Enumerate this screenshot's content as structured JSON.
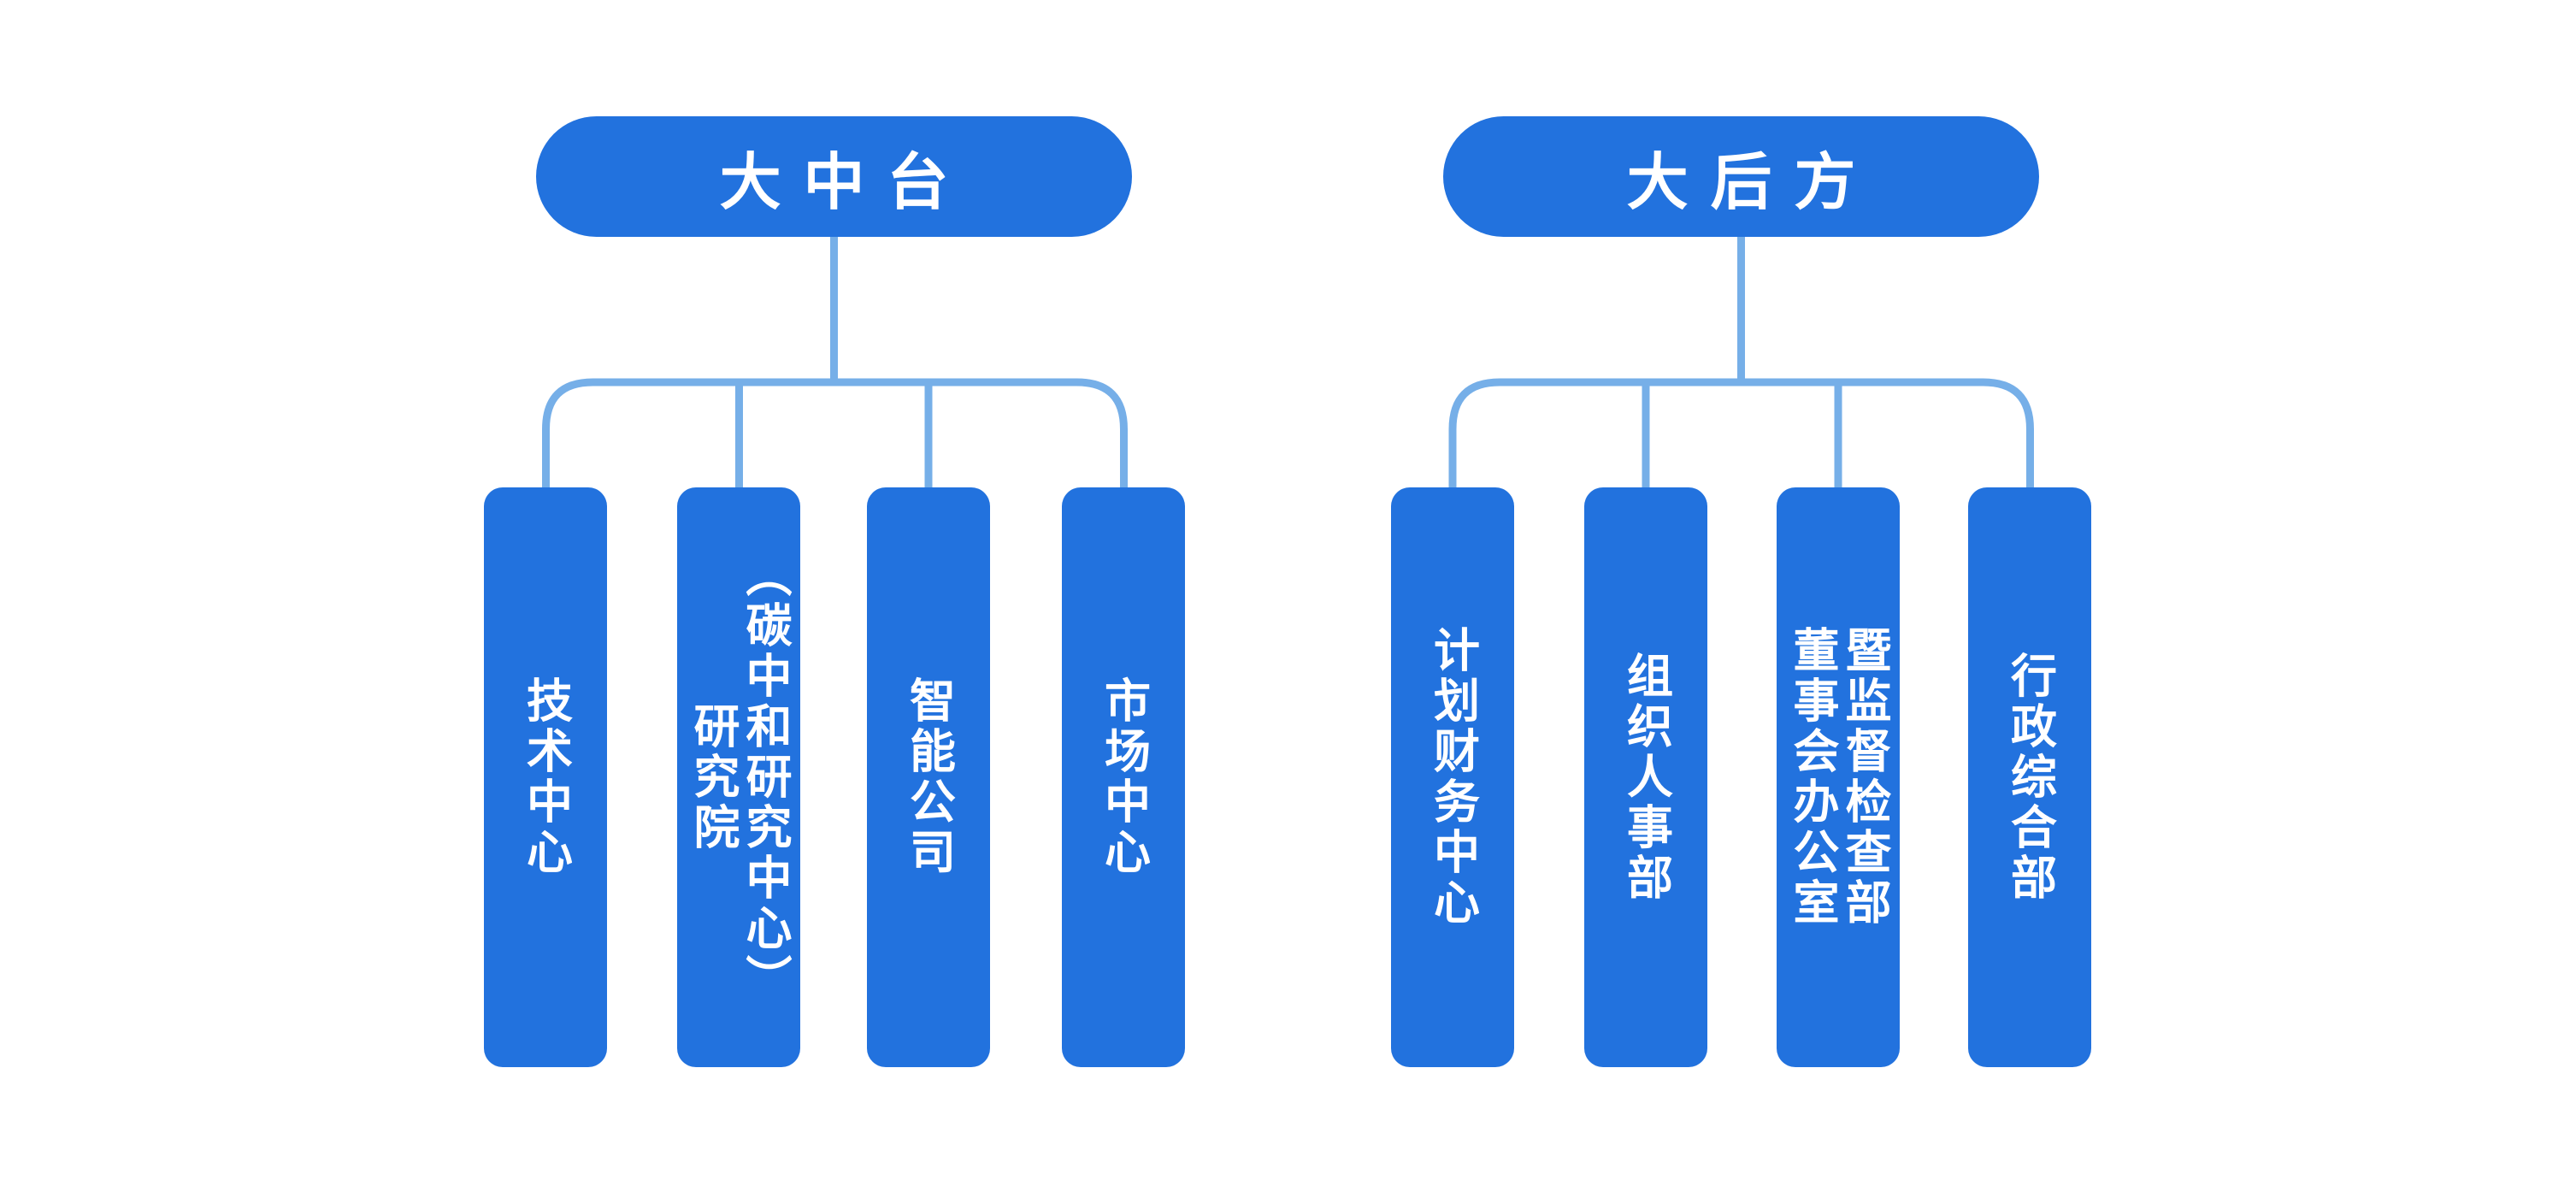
{
  "diagram": {
    "type": "org-chart",
    "background_color": "#ffffff",
    "node_fill_color": "#2272DE",
    "node_text_color": "#ffffff",
    "connector_color": "#76AFE8",
    "trees": [
      {
        "root": {
          "label": "大中台"
        },
        "children": [
          {
            "label": "技术中心"
          },
          {
            "label": "研究院\n（碳中和研究中心）"
          },
          {
            "label": "智能公司"
          },
          {
            "label": "市场中心"
          }
        ]
      },
      {
        "root": {
          "label": "大后方"
        },
        "children": [
          {
            "label": "计划财务中心"
          },
          {
            "label": "组织人事部"
          },
          {
            "label": "董事会办公室\n暨监督检查部"
          },
          {
            "label": "行政综合部"
          }
        ]
      }
    ]
  }
}
